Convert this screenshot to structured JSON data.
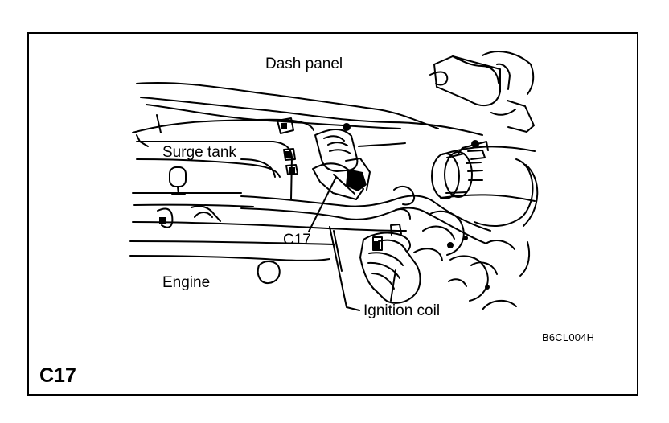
{
  "labels": {
    "dash_panel": "Dash panel",
    "surge_tank": "Surge tank",
    "connector": "C17",
    "engine": "Engine",
    "ignition_coil": "Ignition coil"
  },
  "figure_code": "B6CL004H",
  "page_code": "C17",
  "colors": {
    "ink": "#000000",
    "paper": "#ffffff"
  }
}
